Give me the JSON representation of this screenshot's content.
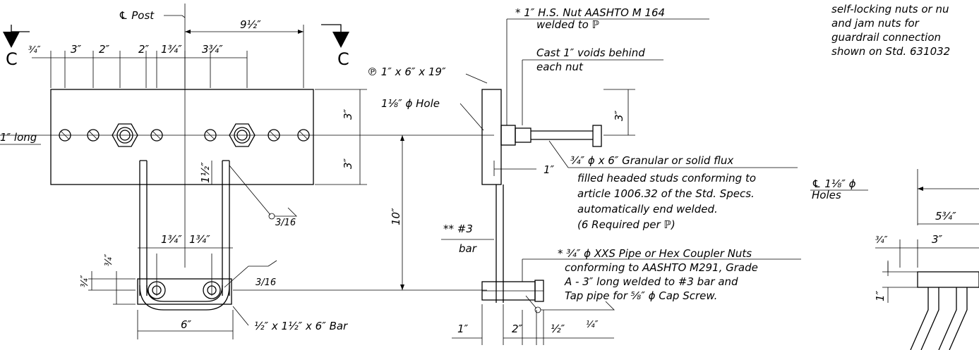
{
  "section_markers": {
    "left": "C",
    "right": "C"
  },
  "labels": {
    "post_cl": "℄ Post",
    "dim_9_5": "9½″",
    "dim_top": [
      "¾″",
      "3″",
      "2″",
      "2″",
      "1¾″",
      "3¾″"
    ],
    "dim_3a": "3″",
    "dim_3b": "3″",
    "long_label": "1″ long",
    "dim_1_5": "1½″",
    "dim_10": "10″",
    "dim_1_75a": "1¾″",
    "dim_1_75b": "1¾″",
    "dim_3_4a": "¾″",
    "dim_3_4b": "¾″",
    "weld_3_16a": "3/16",
    "weld_3_16b": "3/16",
    "dim_6": "6″",
    "bar_label": "½″ x 1½″ x 6″ Bar",
    "nut_note_1": "* 1″ H.S. Nut AASHTO M 164",
    "nut_note_2": "welded to ℙ",
    "voids_1": "Cast 1″ voids behind",
    "voids_2": "each nut",
    "plate": "℗ 1″ x 6″ x 19″",
    "hole": "1⅛″ ϕ Hole",
    "dim_3c": "3″",
    "dim_1": "1″",
    "stud_note": [
      "¾″ ϕ x 6″ Granular or solid flux",
      "filled headed studs conforming to",
      "article 1006.32 of the Std. Specs.",
      "automatically end welded.",
      "(6 Required per ℙ)"
    ],
    "bar3_a": "** #3",
    "bar3_b": "bar",
    "pipe_note": [
      "* ¾″ ϕ XXS Pipe or Hex Coupler Nuts",
      "conforming to AASHTO M291, Grade",
      "A - 3″ long welded to #3 bar and",
      "Tap pipe for ⅝″ ϕ Cap Screw."
    ],
    "dim_1b": "1″",
    "dim_2": "2″",
    "dim_half": "½″",
    "dim_quarter": "¼″",
    "top_note": [
      "self-locking nuts or nu",
      "and jam nuts for",
      "guardrail connection",
      "shown on Std. 631032"
    ],
    "cl_holes_1": "℄ 1⅛″ ϕ",
    "cl_holes_2": "Holes",
    "dim_5_3_4": "5¾″",
    "dim_3_4c": "¾″",
    "dim_3d": "3″",
    "dim_1c": "1″"
  }
}
